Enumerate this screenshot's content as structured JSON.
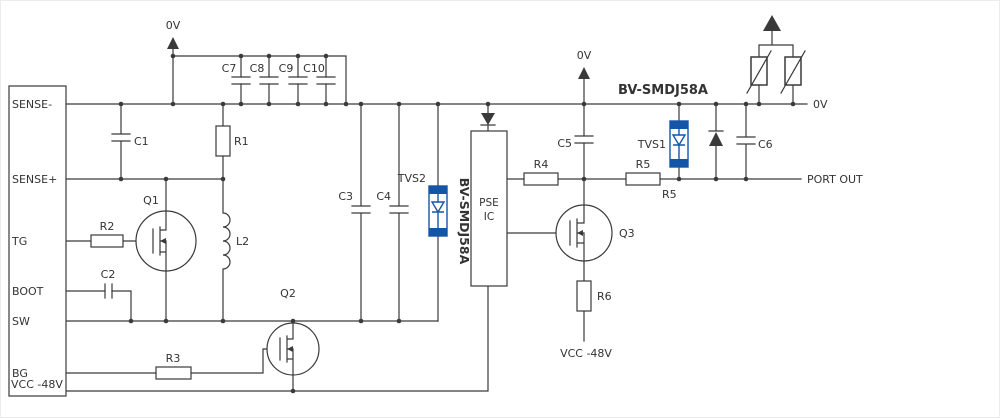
{
  "colors": {
    "wire": "#3a3a3a",
    "accent_blue": "#1455a8",
    "background": "#ffffff"
  },
  "controller": {
    "pins": {
      "sense_minus": "SENSE-",
      "sense_plus": "SENSE+",
      "tg": "TG",
      "boot": "BOOT",
      "sw": "SW",
      "bg": "BG",
      "vcc": "VCC -48V"
    }
  },
  "labels": {
    "ov_topleft": "0V",
    "c7": "C7",
    "c8": "C8",
    "c9": "C9",
    "c10": "C10",
    "c1": "C1",
    "r1": "R1",
    "q1": "Q1",
    "r2": "R2",
    "l2": "L2",
    "c2": "C2",
    "q2": "Q2",
    "r3": "R3",
    "c3": "C3",
    "c4": "C4",
    "tvs2": "TVS2",
    "tvs2_part": "BV-SMDJ58A",
    "pse_line1": "PSE",
    "pse_line2": "IC",
    "r4": "R4",
    "c5": "C5",
    "ov_mid": "0V",
    "q3": "Q3",
    "r6": "R6",
    "vcc_mid": "VCC -48V",
    "r5_top": "R5",
    "r5_bottom": "R5",
    "tvs1": "TVS1",
    "tvs1_part": "BV-SMDJ58A",
    "c6": "C6",
    "ov_right": "0V",
    "port_out": "PORT OUT"
  }
}
